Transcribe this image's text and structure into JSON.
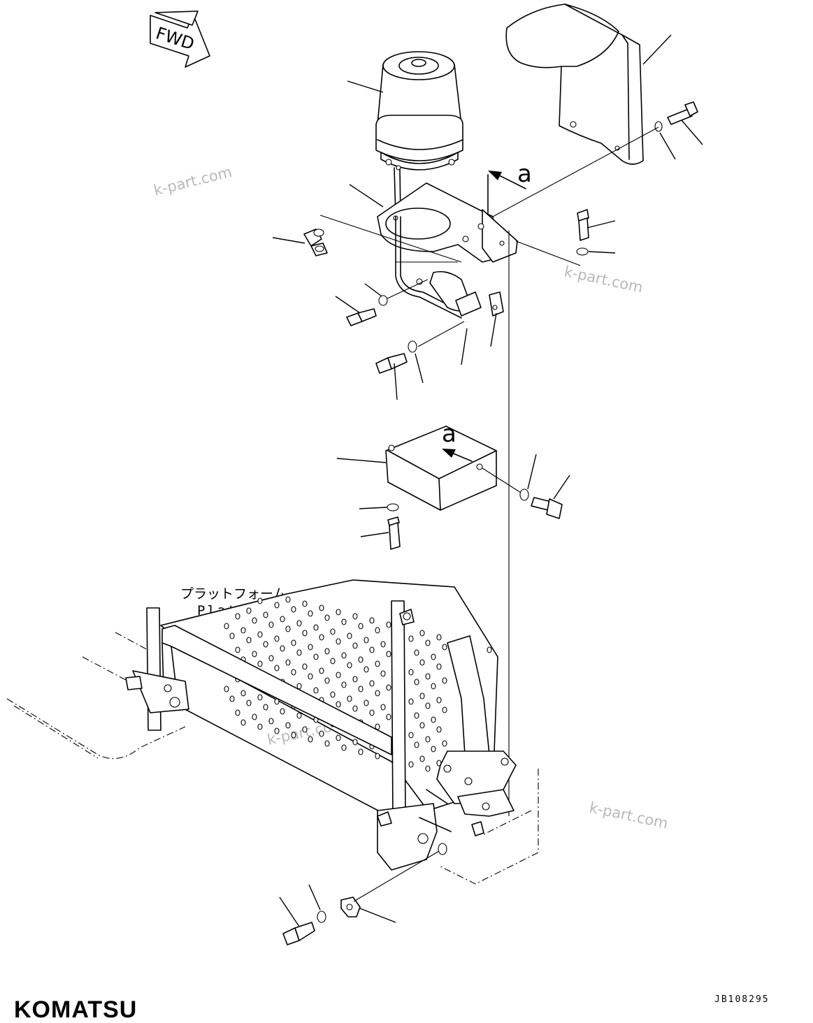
{
  "direction_marker": {
    "text": "FWD"
  },
  "view_marker": {
    "letter": "a"
  },
  "platform_label": {
    "japanese": "プラットフォーム",
    "english": "Platform"
  },
  "watermark": {
    "text": "k-part.com"
  },
  "drawing_code": "JB108295",
  "brand": "KOMATSU"
}
